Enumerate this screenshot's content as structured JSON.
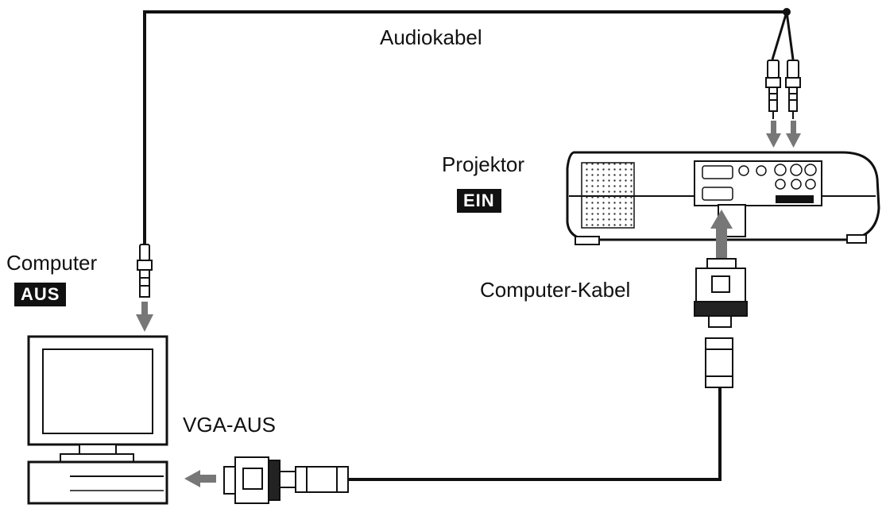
{
  "labels": {
    "audio_cable": "Audiokabel",
    "projector": "Projektor",
    "projector_state": "EIN",
    "computer": "Computer",
    "computer_state": "AUS",
    "computer_cable": "Computer-Kabel",
    "vga_out": "VGA-AUS"
  },
  "colors": {
    "line": "#111111",
    "arrow_fill": "#777777",
    "body": "#ffffff"
  }
}
